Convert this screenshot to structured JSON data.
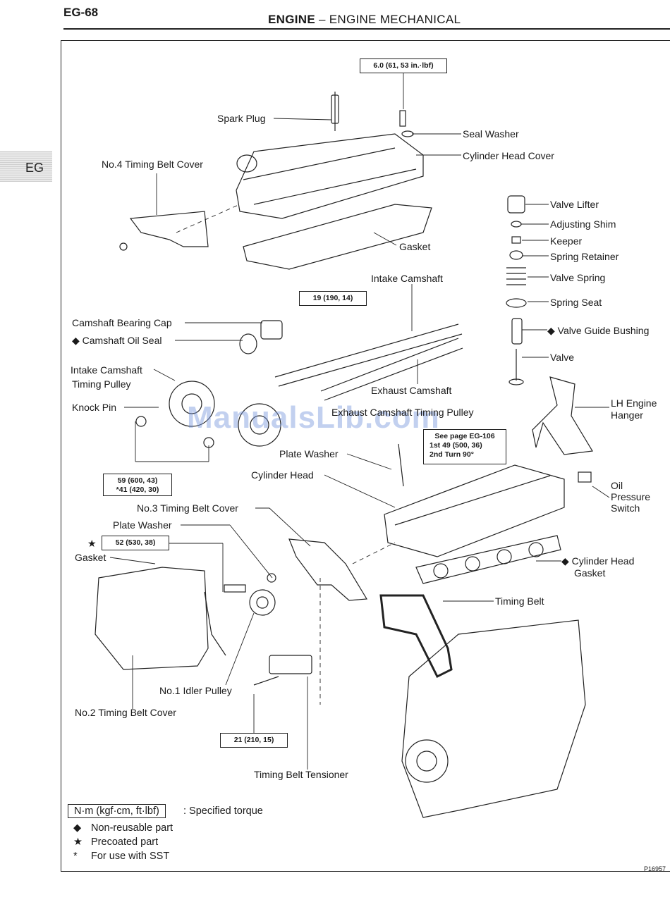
{
  "header": {
    "page_number": "EG-68",
    "section_bold": "ENGINE",
    "section_rest": " – ENGINE MECHANICAL"
  },
  "side_tab": "EG",
  "torque_boxes": {
    "cover_nuts": "6.0 (61, 53 in.·lbf)",
    "bearing_cap": "19 (190, 14)",
    "pulley_bolt_1": "59 (600, 43)",
    "pulley_bolt_2": "*41 (420, 30)",
    "head_bolt_ref": "See page EG-106",
    "head_bolt_1st": "1st    49 (500, 36)",
    "head_bolt_2nd": "2nd    Turn 90°",
    "idler_bolt": "52 (530, 38)",
    "tensioner_bolt": "21 (210, 15)"
  },
  "labels": {
    "spark_plug": "Spark Plug",
    "seal_washer": "Seal Washer",
    "cylinder_head_cover": "Cylinder Head Cover",
    "no4_cover": "No.4 Timing Belt Cover",
    "gasket_top": "Gasket",
    "valve_lifter": "Valve Lifter",
    "adjusting_shim": "Adjusting Shim",
    "keeper": "Keeper",
    "spring_retainer": "Spring Retainer",
    "valve_spring": "Valve Spring",
    "spring_seat": "Spring Seat",
    "valve_guide": "◆ Valve Guide Bushing",
    "valve": "Valve",
    "intake_camshaft": "Intake Camshaft",
    "bearing_cap": "Camshaft Bearing Cap",
    "oil_seal": "◆ Camshaft Oil Seal",
    "intake_pulley_1": "Intake Camshaft",
    "intake_pulley_2": "Timing Pulley",
    "exhaust_camshaft": "Exhaust Camshaft",
    "knock_pin": "Knock Pin",
    "exhaust_pulley": "Exhaust Camshaft Timing Pulley",
    "lh_hanger_1": "LH Engine",
    "lh_hanger_2": "Hanger",
    "plate_washer_1": "Plate Washer",
    "cylinder_head": "Cylinder Head",
    "oil_switch_1": "Oil",
    "oil_switch_2": "Pressure",
    "oil_switch_3": "Switch",
    "no3_cover": "No.3 Timing Belt Cover",
    "plate_washer_2": "Plate Washer",
    "star": "★",
    "gasket_left": "Gasket",
    "head_gasket_1": "◆  Cylinder Head",
    "head_gasket_2": "Gasket",
    "timing_belt": "Timing Belt",
    "idler_pulley": "No.1 Idler Pulley",
    "no2_cover": "No.2 Timing Belt Cover",
    "tensioner": "Timing Belt Tensioner"
  },
  "legend": {
    "unit_box": "N·m (kgf·cm, ft·lbf)",
    "unit_desc": ": Specified torque",
    "items": [
      {
        "symbol": "◆",
        "text": "Non-reusable part"
      },
      {
        "symbol": "★",
        "text": "Precoated part"
      },
      {
        "symbol": "*",
        "text": "For use with SST"
      }
    ]
  },
  "watermark": "ManualsLib.com",
  "figure_code": "P16957"
}
